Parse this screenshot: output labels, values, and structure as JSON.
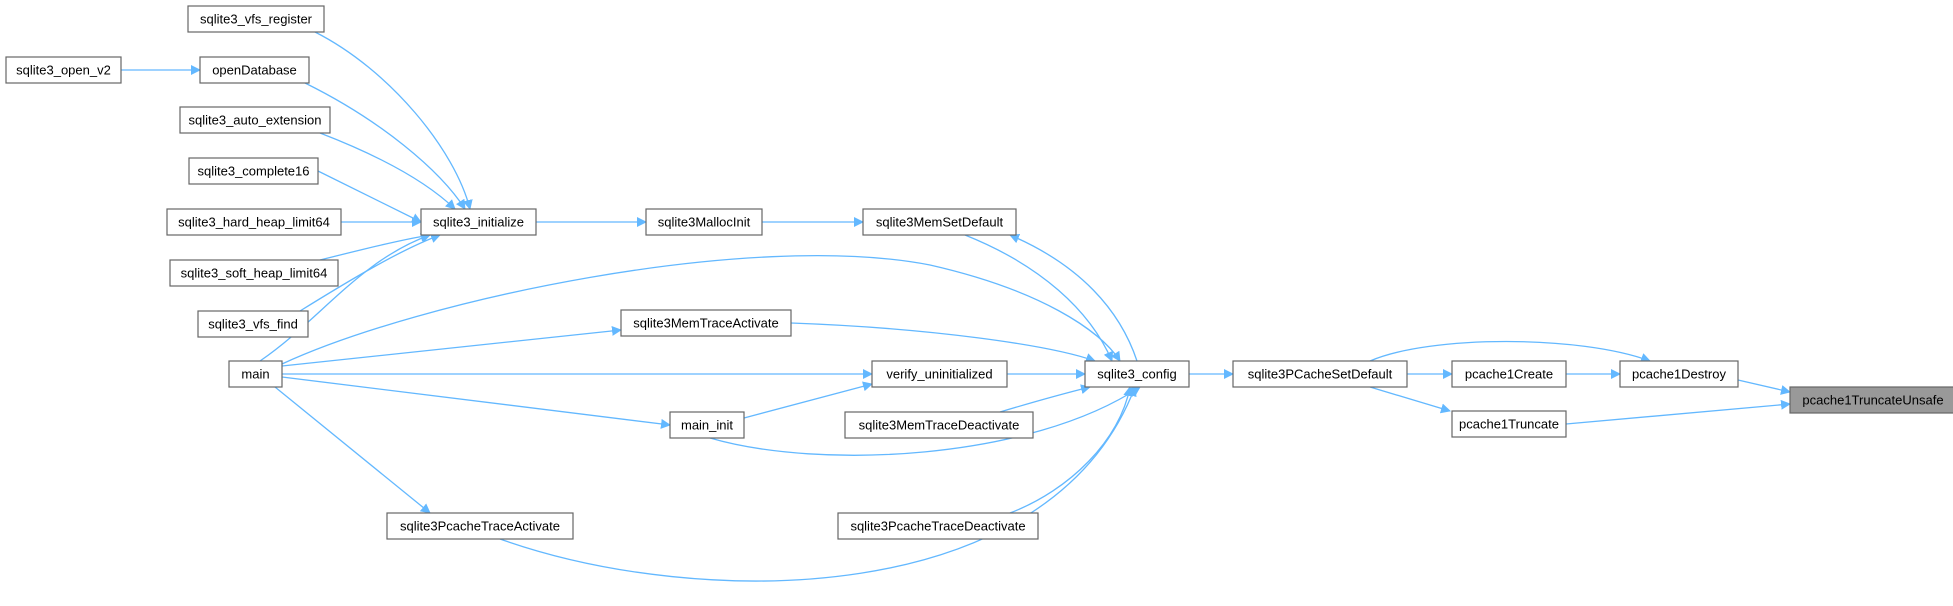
{
  "colors": {
    "edge": "#63b8ff",
    "node_border": "#666666",
    "root_fill": "#999999"
  },
  "nodes": [
    {
      "id": "pcache1TruncateUnsafe",
      "label": "pcache1TruncateUnsafe",
      "root": true
    },
    {
      "id": "pcache1Destroy",
      "label": "pcache1Destroy"
    },
    {
      "id": "pcache1Truncate",
      "label": "pcache1Truncate"
    },
    {
      "id": "pcache1Create",
      "label": "pcache1Create"
    },
    {
      "id": "sqlite3PCacheSetDefault",
      "label": "sqlite3PCacheSetDefault"
    },
    {
      "id": "sqlite3_config",
      "label": "sqlite3_config"
    },
    {
      "id": "sqlite3MemSetDefault",
      "label": "sqlite3MemSetDefault"
    },
    {
      "id": "sqlite3MemTraceActivate",
      "label": "sqlite3MemTraceActivate"
    },
    {
      "id": "verify_uninitialized",
      "label": "verify_uninitialized"
    },
    {
      "id": "sqlite3MemTraceDeactivate",
      "label": "sqlite3MemTraceDeactivate"
    },
    {
      "id": "sqlite3PcacheTraceDeactivate",
      "label": "sqlite3PcacheTraceDeactivate"
    },
    {
      "id": "sqlite3MallocInit",
      "label": "sqlite3MallocInit"
    },
    {
      "id": "sqlite3_initialize",
      "label": "sqlite3_initialize"
    },
    {
      "id": "main_init",
      "label": "main_init"
    },
    {
      "id": "sqlite3PcacheTraceActivate",
      "label": "sqlite3PcacheTraceActivate"
    },
    {
      "id": "main",
      "label": "main"
    },
    {
      "id": "sqlite3_vfs_register",
      "label": "sqlite3_vfs_register"
    },
    {
      "id": "openDatabase",
      "label": "openDatabase"
    },
    {
      "id": "sqlite3_open_v2",
      "label": "sqlite3_open_v2"
    },
    {
      "id": "sqlite3_auto_extension",
      "label": "sqlite3_auto_extension"
    },
    {
      "id": "sqlite3_complete16",
      "label": "sqlite3_complete16"
    },
    {
      "id": "sqlite3_hard_heap_limit64",
      "label": "sqlite3_hard_heap_limit64"
    },
    {
      "id": "sqlite3_soft_heap_limit64",
      "label": "sqlite3_soft_heap_limit64"
    },
    {
      "id": "sqlite3_vfs_find",
      "label": "sqlite3_vfs_find"
    }
  ],
  "edges": [
    {
      "from": "pcache1Destroy",
      "to": "pcache1TruncateUnsafe"
    },
    {
      "from": "pcache1Truncate",
      "to": "pcache1TruncateUnsafe"
    },
    {
      "from": "pcache1Create",
      "to": "pcache1Destroy"
    },
    {
      "from": "sqlite3PCacheSetDefault",
      "to": "pcache1Destroy"
    },
    {
      "from": "sqlite3PCacheSetDefault",
      "to": "pcache1Create"
    },
    {
      "from": "sqlite3PCacheSetDefault",
      "to": "pcache1Truncate"
    },
    {
      "from": "sqlite3_config",
      "to": "sqlite3PCacheSetDefault"
    },
    {
      "from": "sqlite3MemSetDefault",
      "to": "sqlite3_config"
    },
    {
      "from": "sqlite3_config",
      "to": "sqlite3MemSetDefault"
    },
    {
      "from": "sqlite3MallocInit",
      "to": "sqlite3MemSetDefault"
    },
    {
      "from": "sqlite3_initialize",
      "to": "sqlite3MallocInit"
    },
    {
      "from": "sqlite3MemTraceActivate",
      "to": "sqlite3_config"
    },
    {
      "from": "verify_uninitialized",
      "to": "sqlite3_config"
    },
    {
      "from": "sqlite3MemTraceDeactivate",
      "to": "sqlite3_config"
    },
    {
      "from": "sqlite3PcacheTraceDeactivate",
      "to": "sqlite3_config"
    },
    {
      "from": "main_init",
      "to": "sqlite3_config"
    },
    {
      "from": "sqlite3PcacheTraceActivate",
      "to": "sqlite3_config"
    },
    {
      "from": "main",
      "to": "sqlite3_config"
    },
    {
      "from": "main",
      "to": "sqlite3MemTraceActivate"
    },
    {
      "from": "main",
      "to": "verify_uninitialized"
    },
    {
      "from": "main",
      "to": "main_init"
    },
    {
      "from": "main",
      "to": "sqlite3PcacheTraceActivate"
    },
    {
      "from": "main",
      "to": "sqlite3_initialize"
    },
    {
      "from": "main_init",
      "to": "verify_uninitialized"
    },
    {
      "from": "sqlite3_vfs_register",
      "to": "sqlite3_initialize"
    },
    {
      "from": "openDatabase",
      "to": "sqlite3_initialize"
    },
    {
      "from": "sqlite3_open_v2",
      "to": "openDatabase"
    },
    {
      "from": "sqlite3_auto_extension",
      "to": "sqlite3_initialize"
    },
    {
      "from": "sqlite3_complete16",
      "to": "sqlite3_initialize"
    },
    {
      "from": "sqlite3_hard_heap_limit64",
      "to": "sqlite3_initialize"
    },
    {
      "from": "sqlite3_soft_heap_limit64",
      "to": "sqlite3_initialize"
    },
    {
      "from": "sqlite3_vfs_find",
      "to": "sqlite3_initialize"
    }
  ]
}
